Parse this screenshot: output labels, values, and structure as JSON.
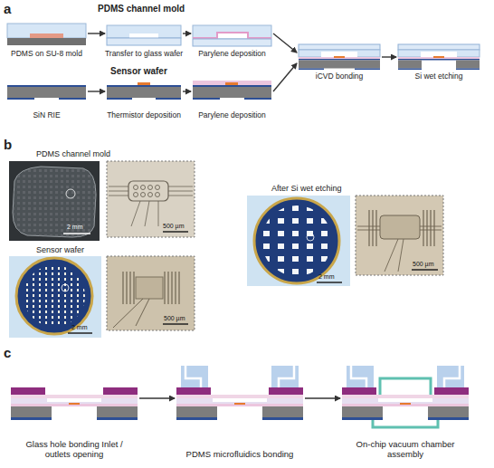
{
  "diagram": {
    "nodes": [
      {
        "text": [
          "PDMS on SU-8 mold"
        ]
      },
      {
        "text": [
          "Transfer to glass wafer"
        ]
      },
      {
        "text": [
          "Parylene deposition"
        ]
      },
      {
        "text": [
          "SiN RIE"
        ]
      },
      {
        "text": [
          "Thermistor deposition"
        ]
      },
      {
        "text": [
          "Parylene deposition"
        ]
      },
      {
        "text": [
          "iCVD bonding"
        ]
      },
      {
        "text": [
          "Si wet etching"
        ]
      },
      {
        "text": [
          "Glass hole bonding Inlet / outlets opening"
        ]
      },
      {
        "text": [
          "PDMS microfluidics bonding"
        ]
      },
      {
        "text": [
          "On-chip vacuum chamber assembly"
        ]
      }
    ],
    "edges": [
      {
        "from": 0,
        "to": 1,
        "arrow": "to"
      },
      {
        "from": 1,
        "to": 2,
        "arrow": "to"
      },
      {
        "from": 2,
        "to": 6,
        "arrow": "to"
      },
      {
        "from": 3,
        "to": 4,
        "arrow": "to"
      },
      {
        "from": 4,
        "to": 5,
        "arrow": "to"
      },
      {
        "from": 5,
        "to": 6,
        "arrow": "to"
      },
      {
        "from": 6,
        "to": 7,
        "arrow": "to"
      },
      {
        "from": 8,
        "to": 9,
        "arrow": "to"
      },
      {
        "from": 9,
        "to": 10,
        "arrow": "to"
      }
    ],
    "labels": [
      "a",
      "PDMS channel mold",
      "Sensor wafer",
      "b",
      "PDMS channel mold",
      "2 mm",
      "500 µm",
      "Sensor wafer",
      "2 mm",
      "500 µm",
      "After Si wet etching",
      "2 mm",
      "500 µm",
      "c"
    ]
  }
}
